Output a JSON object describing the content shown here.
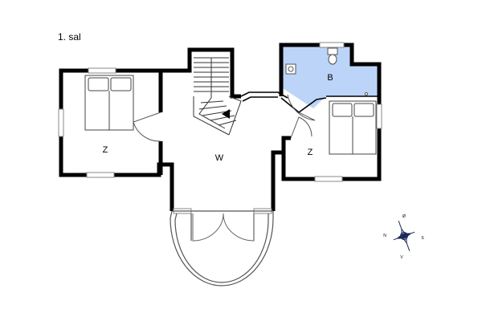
{
  "floor": {
    "title": "1. sal"
  },
  "rooms": {
    "bedroom_left": "Z",
    "living": "W",
    "bath": "B",
    "bedroom_right": "Z"
  },
  "compass": {
    "n": "N",
    "s": "S",
    "e": "Ø",
    "w": "V"
  },
  "colors": {
    "wall": "#000000",
    "bath_fill": "#bcd4f8",
    "line": "#444444",
    "window": "#999999"
  }
}
